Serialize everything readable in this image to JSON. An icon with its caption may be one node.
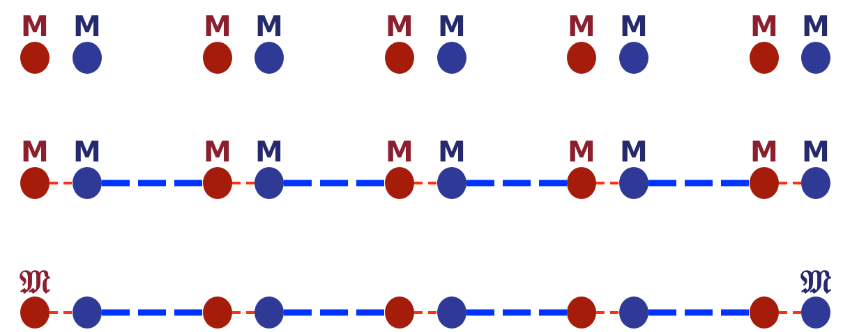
{
  "diagram": {
    "nodes": [
      {
        "text": [
          "M"
        ]
      },
      {
        "text": [
          "M"
        ]
      },
      {
        "text": [
          "M"
        ]
      },
      {
        "text": [
          "M"
        ]
      },
      {
        "text": [
          "M"
        ]
      },
      {
        "text": [
          "M"
        ]
      },
      {
        "text": [
          "M"
        ]
      },
      {
        "text": [
          "M"
        ]
      },
      {
        "text": [
          "M"
        ]
      },
      {
        "text": [
          "M"
        ]
      },
      {
        "text": [
          "M"
        ]
      },
      {
        "text": [
          "M"
        ]
      },
      {
        "text": [
          "M"
        ]
      },
      {
        "text": [
          "M"
        ]
      },
      {
        "text": [
          "M"
        ]
      },
      {
        "text": [
          "M"
        ]
      },
      {
        "text": [
          "M"
        ]
      },
      {
        "text": [
          "M"
        ]
      },
      {
        "text": [
          "M"
        ]
      },
      {
        "text": [
          "M"
        ]
      },
      {
        "text": [
          "𝔐"
        ]
      },
      {
        "text": [],
        "shape": "circle"
      },
      {
        "text": [],
        "shape": "circle"
      },
      {
        "text": [],
        "shape": "circle"
      },
      {
        "text": [],
        "shape": "circle"
      },
      {
        "text": [],
        "shape": "circle"
      },
      {
        "text": [],
        "shape": "circle"
      },
      {
        "text": [],
        "shape": "circle"
      },
      {
        "text": [],
        "shape": "circle"
      },
      {
        "text": [
          "𝔐"
        ]
      }
    ],
    "edges": [
      {
        "from": 10,
        "to": 11,
        "arrow": "none",
        "style": "dashed",
        "color": "#ff3010"
      },
      {
        "from": 11,
        "to": 12,
        "arrow": "none",
        "style": "dashed",
        "color": "#0033ff"
      },
      {
        "from": 12,
        "to": 13,
        "arrow": "none",
        "style": "dashed",
        "color": "#ff3010"
      },
      {
        "from": 13,
        "to": 14,
        "arrow": "none",
        "style": "dashed",
        "color": "#0033ff"
      },
      {
        "from": 14,
        "to": 15,
        "arrow": "none",
        "style": "dashed",
        "color": "#ff3010"
      },
      {
        "from": 15,
        "to": 16,
        "arrow": "none",
        "style": "dashed",
        "color": "#0033ff"
      },
      {
        "from": 16,
        "to": 17,
        "arrow": "none",
        "style": "dashed",
        "color": "#ff3010"
      },
      {
        "from": 17,
        "to": 18,
        "arrow": "none",
        "style": "dashed",
        "color": "#0033ff"
      },
      {
        "from": 18,
        "to": 19,
        "arrow": "none",
        "style": "dashed",
        "color": "#ff3010"
      },
      {
        "from": 20,
        "to": 21,
        "arrow": "none",
        "style": "dashed",
        "color": "#ff3010"
      },
      {
        "from": 21,
        "to": 22,
        "arrow": "none",
        "style": "dashed",
        "color": "#0033ff"
      },
      {
        "from": 22,
        "to": 23,
        "arrow": "none",
        "style": "dashed",
        "color": "#ff3010"
      },
      {
        "from": 23,
        "to": 24,
        "arrow": "none",
        "style": "dashed",
        "color": "#0033ff"
      },
      {
        "from": 24,
        "to": 25,
        "arrow": "none",
        "style": "dashed",
        "color": "#ff3010"
      },
      {
        "from": 25,
        "to": 26,
        "arrow": "none",
        "style": "dashed",
        "color": "#0033ff"
      },
      {
        "from": 26,
        "to": 27,
        "arrow": "none",
        "style": "dashed",
        "color": "#ff3010"
      },
      {
        "from": 27,
        "to": 28,
        "arrow": "none",
        "style": "dashed",
        "color": "#0033ff"
      },
      {
        "from": 28,
        "to": 29,
        "arrow": "none",
        "style": "dashed",
        "color": "#ff3010"
      }
    ]
  }
}
